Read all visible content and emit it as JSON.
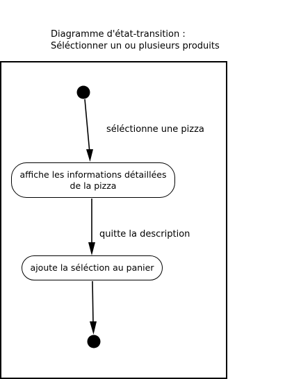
{
  "title": {
    "line1": "Diagramme d'état-transition :",
    "line2": "Séléctionner un ou plusieurs produits"
  },
  "states": [
    {
      "line1": "affiche les informations détaillées",
      "line2": "de la pizza"
    },
    {
      "label": "ajoute la séléction au panier"
    }
  ],
  "transitions": [
    {
      "label": "séléctionne une pizza"
    },
    {
      "label": "quitte la description"
    }
  ]
}
